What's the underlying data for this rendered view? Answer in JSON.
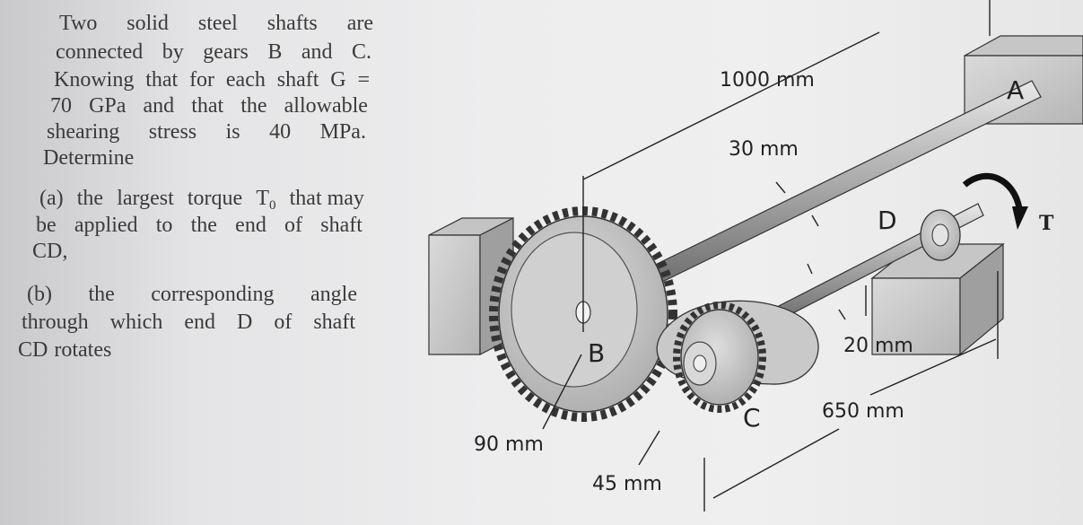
{
  "problem": {
    "lines": [
      [
        "Two",
        "solid",
        "steel",
        "shafts",
        "are"
      ],
      [
        "connected",
        "by",
        "gears",
        "B",
        "and",
        "C."
      ],
      [
        "Knowing",
        "that",
        "for",
        "each",
        "shaft",
        "G",
        "="
      ],
      [
        "70",
        "GPa",
        "and",
        "that",
        "the",
        "allowable"
      ],
      [
        "shearing",
        "stress",
        "is",
        "40",
        "MPa."
      ],
      [
        "Determine"
      ],
      [
        "(a)",
        "the",
        "largest",
        "torque"
      ],
      [
        "be",
        "applied",
        "to",
        "the",
        "end",
        "of",
        "shaft"
      ],
      [
        "CD,"
      ],
      [
        "(b)",
        "the",
        "corresponding",
        "angle"
      ],
      [
        "through",
        "which",
        "end",
        "D",
        "of",
        "shaft"
      ],
      [
        "CD",
        "rotates"
      ]
    ],
    "torque_symbol": "T",
    "torque_subscript": "0",
    "torque_tail": "that may"
  },
  "figure": {
    "dimensions": {
      "length_ab": "1000 mm",
      "diameter_ab": "30 mm",
      "diameter_cd": "20 mm",
      "length_cd": "650 mm",
      "radius_b": "90 mm",
      "radius_c": "45 mm"
    },
    "labels": {
      "gear_b": "B",
      "gear_c": "C",
      "end_d": "D",
      "support_a": "A",
      "torque": "T"
    },
    "colors": {
      "block_face": "#d6d6d6",
      "block_top": "#bdbdbd",
      "block_side": "#9d9d9d",
      "shaft": "#a8a8a8",
      "gear": "#c4c4c4",
      "outline": "#333333",
      "arrow": "#111111"
    }
  }
}
